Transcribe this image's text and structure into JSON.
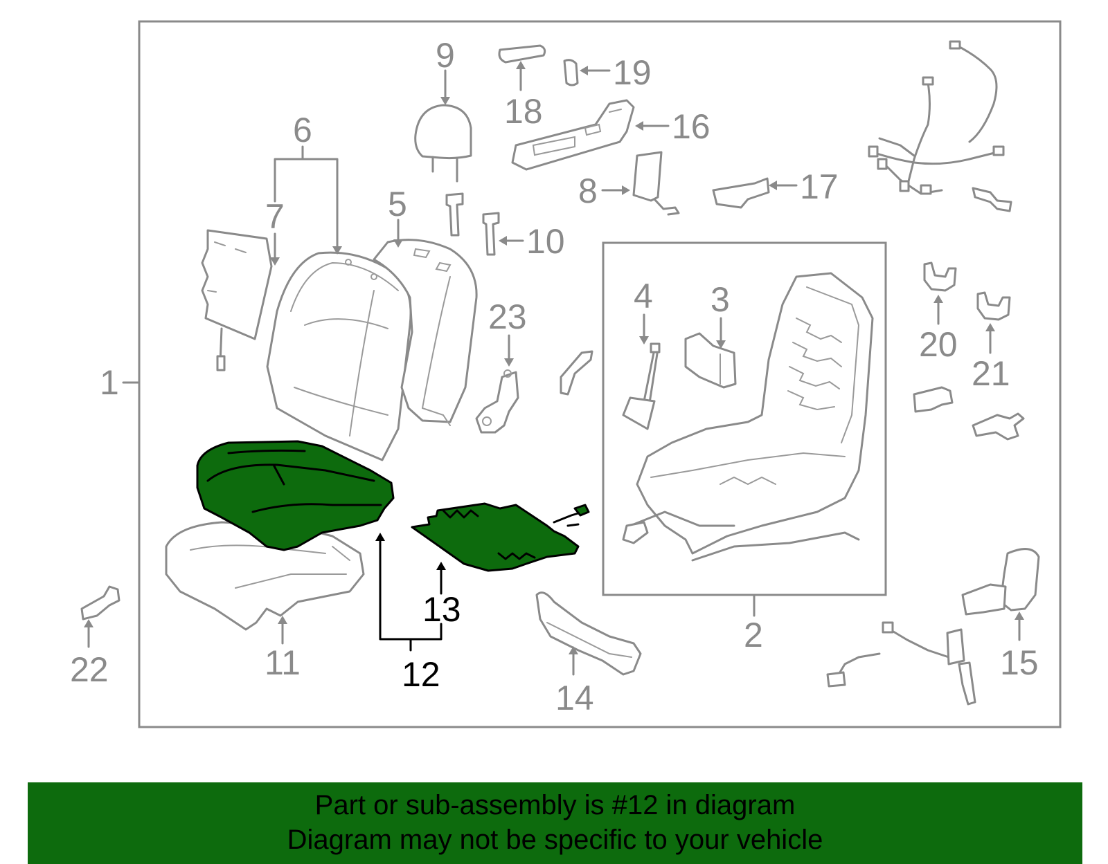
{
  "diagram": {
    "highlight_color": "#0d6b0d",
    "line_color": "#8a8a8a",
    "highlighted_part": "12",
    "callouts": {
      "c1": "1",
      "c2": "2",
      "c3": "3",
      "c4": "4",
      "c5": "5",
      "c6": "6",
      "c7": "7",
      "c8": "8",
      "c9": "9",
      "c10": "10",
      "c11": "11",
      "c12": "12",
      "c13": "13",
      "c14": "14",
      "c15": "15",
      "c16": "16",
      "c17": "17",
      "c18": "18",
      "c19": "19",
      "c20": "20",
      "c21": "21",
      "c22": "22",
      "c23": "23"
    }
  },
  "banner": {
    "line1": "Part or sub-assembly is #12 in diagram",
    "line2": "Diagram may not be specific to your vehicle",
    "background": "#0d6b0d"
  }
}
